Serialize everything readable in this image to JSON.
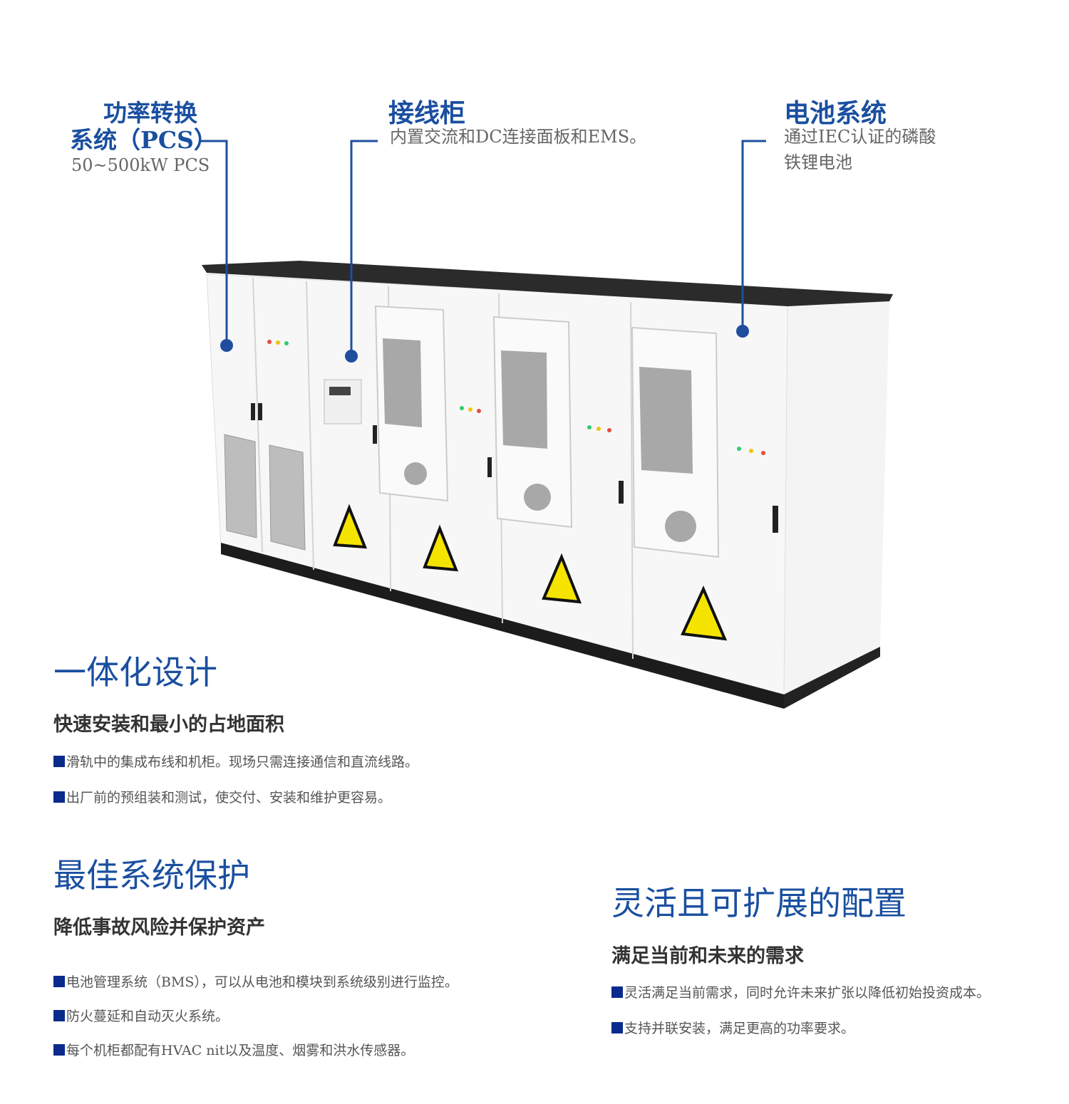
{
  "callouts": [
    {
      "title_line1": "功率转换",
      "title_line2": "系统（PCS）",
      "text": "50~500kW PCS"
    },
    {
      "title": "接线柜",
      "text": "内置交流和DC连接面板和EMS。"
    },
    {
      "title": "电池系统",
      "text_line1": "通过IEC认证的磷酸",
      "text_line2": "铁锂电池"
    }
  ],
  "sections": [
    {
      "title": "一体化设计",
      "subtitle": "快速安装和最小的占地面积",
      "bullets": [
        "滑轨中的集成布线和机柜。现场只需连接通信和直流线路。",
        "出厂前的预组装和测试，使交付、安装和维护更容易。"
      ]
    },
    {
      "title": "最佳系统保护",
      "subtitle": "降低事故风险并保护资产",
      "bullets": [
        "电池管理系统（BMS），可以从电池和模块到系统级别进行监控。",
        "防火蔓延和自动灭火系统。",
        " 每个机柜都配有HVAC nit以及温度、烟雾和洪水传感器。"
      ]
    },
    {
      "title": "灵活且可扩展的配置",
      "subtitle": "满足当前和未来的需求",
      "bullets": [
        " 灵活满足当前需求，同时允许未来扩张以降低初始投资成本。",
        "支持并联安装，满足更高的功率要求。"
      ]
    }
  ],
  "colors": {
    "accent": "#1a4fa0",
    "bullet": "#0a2a8c",
    "leader": "#1f4e9e"
  }
}
